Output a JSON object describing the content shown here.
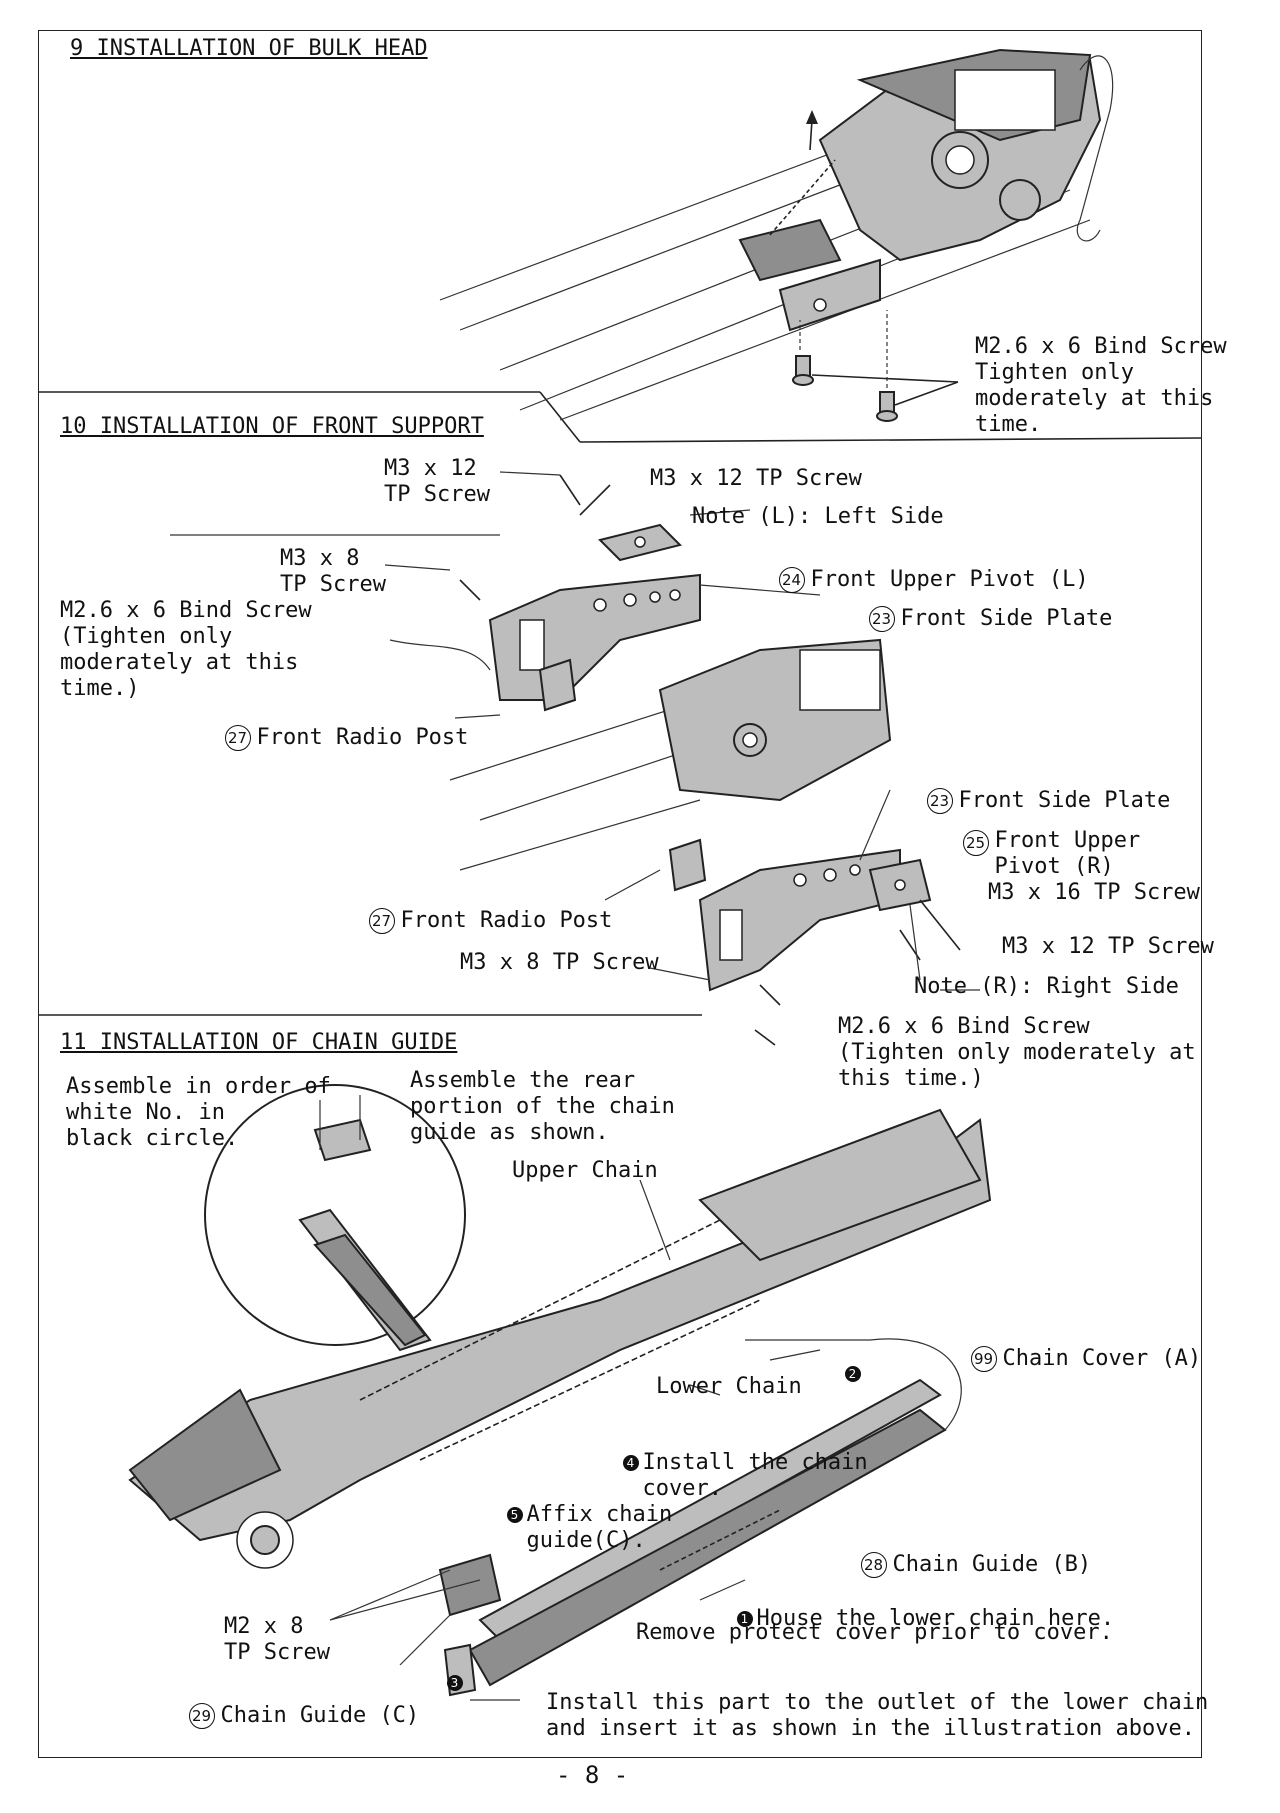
{
  "sections": {
    "s9": {
      "title": "9 INSTALLATION OF BULK HEAD"
    },
    "s10": {
      "title": "10 INSTALLATION OF FRONT SUPPORT"
    },
    "s11": {
      "title": "11 INSTALLATION OF CHAIN GUIDE"
    }
  },
  "s9_labels": {
    "bind_screw": "M2.6 x 6 Bind Screw\nTighten only\nmoderately at this\ntime."
  },
  "s10_labels": {
    "m3x12_left": "M3 x 12\nTP Screw",
    "m3x12_right": "M3 x 12 TP Screw",
    "note_l": "Note (L): Left Side",
    "front_upper_pivot_l_num": "24",
    "front_upper_pivot_l": "Front Upper Pivot (L)",
    "front_side_plate_top_num": "23",
    "front_side_plate_top": "Front Side Plate",
    "m3x8_top": "M3 x 8\nTP Screw",
    "bind_screw_left": "M2.6 x 6 Bind Screw\n(Tighten only\nmoderately at this\ntime.)",
    "front_radio_post_top_num": "27",
    "front_radio_post_top": "Front Radio Post",
    "front_side_plate_bot_num": "23",
    "front_side_plate_bot": "Front Side Plate",
    "front_upper_pivot_r_num": "25",
    "front_upper_pivot_r": "Front Upper\nPivot (R)",
    "m3x16": "M3 x 16 TP Screw",
    "front_radio_post_bot_num": "27",
    "front_radio_post_bot": "Front Radio Post",
    "m3x12_lower": "M3 x 12 TP Screw",
    "m3x8_bottom": "M3 x 8 TP Screw",
    "note_r": "Note (R): Right Side",
    "bind_screw_right": "M2.6 x 6 Bind Screw\n(Tighten only moderately at\nthis time.)"
  },
  "s11_labels": {
    "assemble_order": "Assemble in order of\nwhite No. in\nblack circle.",
    "assemble_rear": "Assemble the rear\nportion of the chain\nguide as shown.",
    "upper_chain": "Upper Chain",
    "lower_chain": "Lower Chain",
    "chain_cover_a_num": "99",
    "chain_cover_a": "Chain Cover (A)",
    "step2": "2",
    "step4": "4",
    "install_cover": "Install the chain\ncover.",
    "step5": "5",
    "affix_guide": "Affix chain\nguide(C).",
    "chain_guide_b_num": "28",
    "chain_guide_b": "Chain Guide (B)",
    "step1": "1",
    "house_chain": "House the lower chain here.",
    "remove_cover": "Remove protect cover prior to cover.",
    "m2x8": "M2 x 8\nTP Screw",
    "step3": "3",
    "chain_guide_c_num": "29",
    "chain_guide_c": "Chain Guide (C)",
    "install_part": "Install this part to the outlet of the lower chain\nand insert it as shown in the illustration above."
  },
  "footer": {
    "page_number": "- 8 -"
  }
}
